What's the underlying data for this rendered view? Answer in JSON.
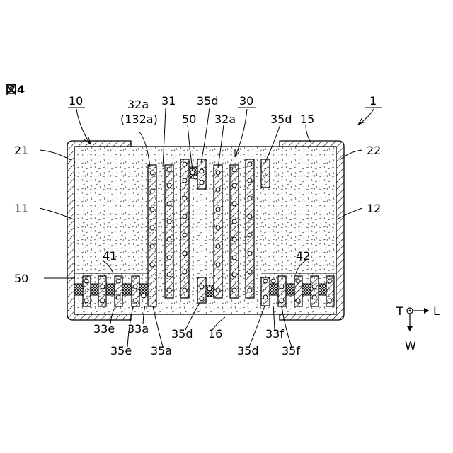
{
  "figure": {
    "title": "図4"
  },
  "labels": {
    "l1": "1",
    "l10": "10",
    "l21": "21",
    "l11": "11",
    "l50_left": "50",
    "l41": "41",
    "l32a_left": "32a",
    "l132a": "(132a)",
    "l31": "31",
    "l50_top": "50",
    "l35d_top": "35d",
    "l32a_mid": "32a",
    "l30": "30",
    "l35d_right": "35d",
    "l15": "15",
    "l22": "22",
    "l12": "12",
    "l42": "42",
    "l33e": "33e",
    "l35e": "35e",
    "l33a": "33a",
    "l35a": "35a",
    "l35d_bot": "35d",
    "l16": "16",
    "l35d_bot2": "35d",
    "l33f": "33f",
    "l35f": "35f"
  },
  "axes": {
    "t": "T",
    "l": "L",
    "w": "W"
  }
}
